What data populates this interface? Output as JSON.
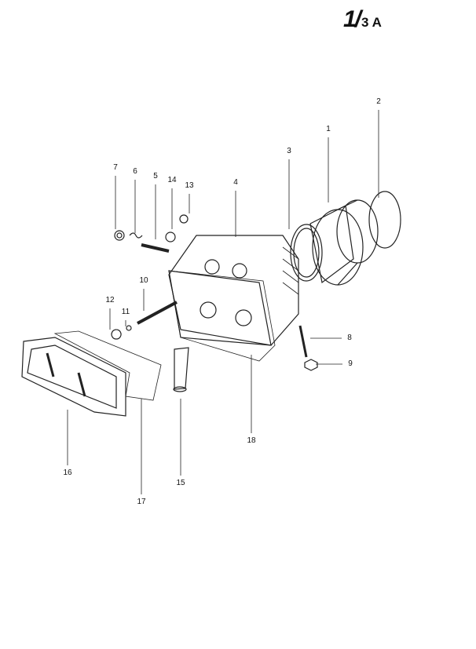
{
  "page_code": {
    "main": "1/",
    "suffix": "3 A"
  },
  "callouts": [
    "1",
    "2",
    "3",
    "4",
    "5",
    "6",
    "7",
    "8",
    "9",
    "10",
    "11",
    "12",
    "13",
    "14",
    "15",
    "16",
    "17",
    "18"
  ]
}
